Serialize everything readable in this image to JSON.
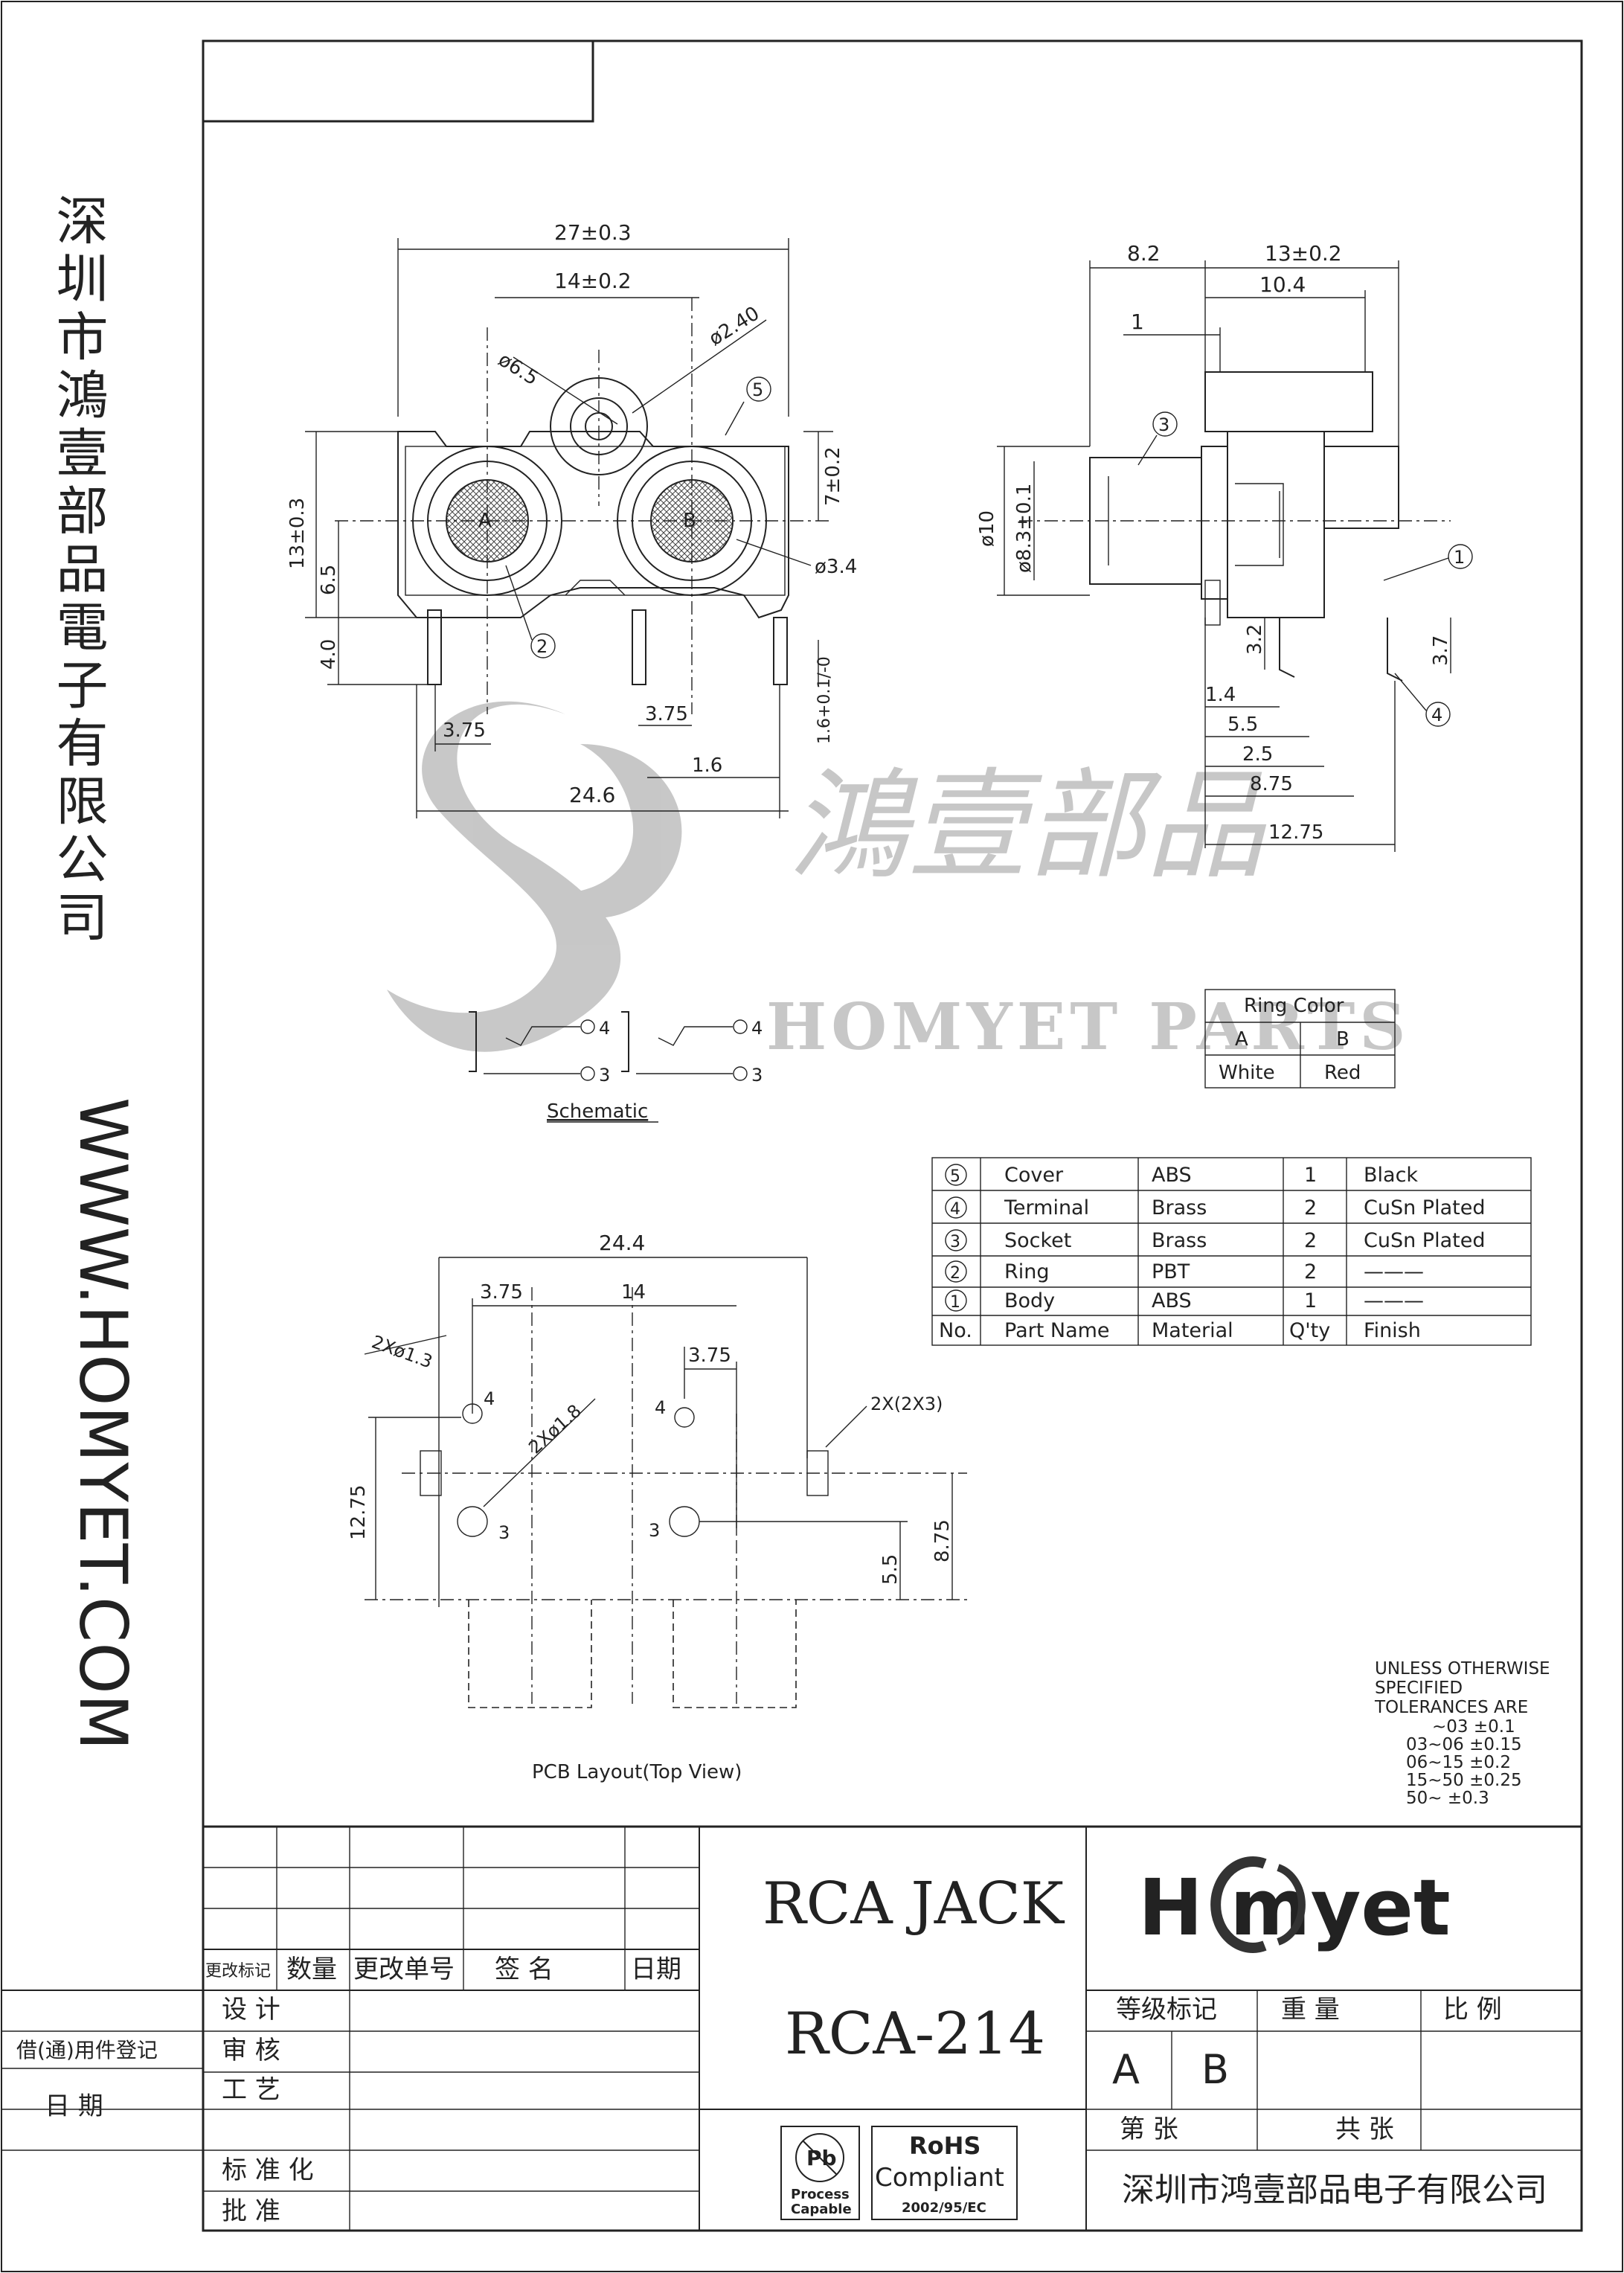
{
  "sidebar": {
    "company_vertical": "深圳市鴻壹部品電子有限公司",
    "website_vertical": "WWW.HOMYET.COM"
  },
  "watermark": {
    "chinese": "鴻壹部品",
    "english": "HOMYET PARTS"
  },
  "front_view": {
    "dims": {
      "overall_width": "27±0.3",
      "pitch": "14±0.2",
      "pin_dia": "ø2.40",
      "outer_dia": "ø6.5",
      "height": "13±0.3",
      "center_height": "6.5",
      "pin_length": "4.0",
      "top_offset": "7±0.2",
      "ring_dia": "ø3.4",
      "pin_spacing_a": "3.75",
      "pin_spacing_b": "3.75",
      "pin_offset": "1.6",
      "pin_tol": "1.6+0.1/-0",
      "base_width": "24.6"
    },
    "callouts": {
      "cover": "5",
      "ring": "2"
    },
    "socket_a": "A",
    "socket_b": "B"
  },
  "side_view": {
    "dims": {
      "d1": "8.2",
      "d2": "13±0.2",
      "d3": "10.4",
      "d4": "1",
      "d5": "ø10",
      "d6": "ø8.3±0.1",
      "d7": "3.2",
      "d8": "3.7",
      "d9": "1.4",
      "d10": "5.5",
      "d11": "2.5",
      "d12": "8.75",
      "d13": "12.75"
    },
    "callouts": {
      "socket": "3",
      "body": "1",
      "terminal": "4"
    }
  },
  "ring_color": {
    "title": "Ring Color",
    "headers": [
      "A",
      "B"
    ],
    "values": [
      "White",
      "Red"
    ]
  },
  "schematic": {
    "label": "Schematic",
    "pins": [
      "4",
      "3",
      "4",
      "3"
    ]
  },
  "parts_table": {
    "headers": [
      "No.",
      "Part Name",
      "Material",
      "Q'ty",
      "Finish"
    ],
    "rows": [
      {
        "no": "5",
        "name": "Cover",
        "material": "ABS",
        "qty": "1",
        "finish": "Black"
      },
      {
        "no": "4",
        "name": "Terminal",
        "material": "Brass",
        "qty": "2",
        "finish": "CuSn Plated"
      },
      {
        "no": "3",
        "name": "Socket",
        "material": "Brass",
        "qty": "2",
        "finish": "CuSn Plated"
      },
      {
        "no": "2",
        "name": "Ring",
        "material": "PBT",
        "qty": "2",
        "finish": "———"
      },
      {
        "no": "1",
        "name": "Body",
        "material": "ABS",
        "qty": "1",
        "finish": "———"
      }
    ]
  },
  "pcb": {
    "label": "PCB Layout(Top View)",
    "dims": {
      "width": "24.4",
      "offset_a": "3.75",
      "pitch": "14",
      "offset_b": "3.75",
      "hole_small": "2Xø1.3",
      "hole_large": "2Xø1.8",
      "slot": "2X(2X3)",
      "height_left": "12.75",
      "h1": "5.5",
      "h2": "8.75"
    },
    "pin_labels": [
      "4",
      "3",
      "4",
      "3"
    ]
  },
  "tolerances": {
    "title": [
      "UNLESS OTHERWISE",
      "SPECIFIED",
      "TOLERANCES ARE"
    ],
    "rows": [
      "~03  ±0.1",
      "03~06  ±0.15",
      "06~15  ±0.2",
      "15~50  ±0.25",
      "50~     ±0.3"
    ]
  },
  "title_block": {
    "revision_headers": [
      "更改标记",
      "数量",
      "更改单号",
      "签    名",
      "日期"
    ],
    "roles": [
      "设    计",
      "审    核",
      "工    艺",
      "",
      "标 准 化",
      "批    准"
    ],
    "left_labels": [
      "借(通)用件登记",
      "日    期"
    ],
    "product_name": "RCA  JACK",
    "part_number": "RCA-214",
    "logo_text": "H  myet",
    "grade_header": "等级标记",
    "weight_header": "重    量",
    "scale_header": "比    例",
    "grade_a": "A",
    "grade_b": "B",
    "sheet_label": "第    张",
    "total_label": "共          张",
    "company": "深圳市鸿壹部品电子有限公司",
    "pb_badge": [
      "Pb",
      "Process",
      "Capable"
    ],
    "rohs_badge": [
      "RoHS",
      "Compliant",
      "2002/95/EC"
    ]
  }
}
